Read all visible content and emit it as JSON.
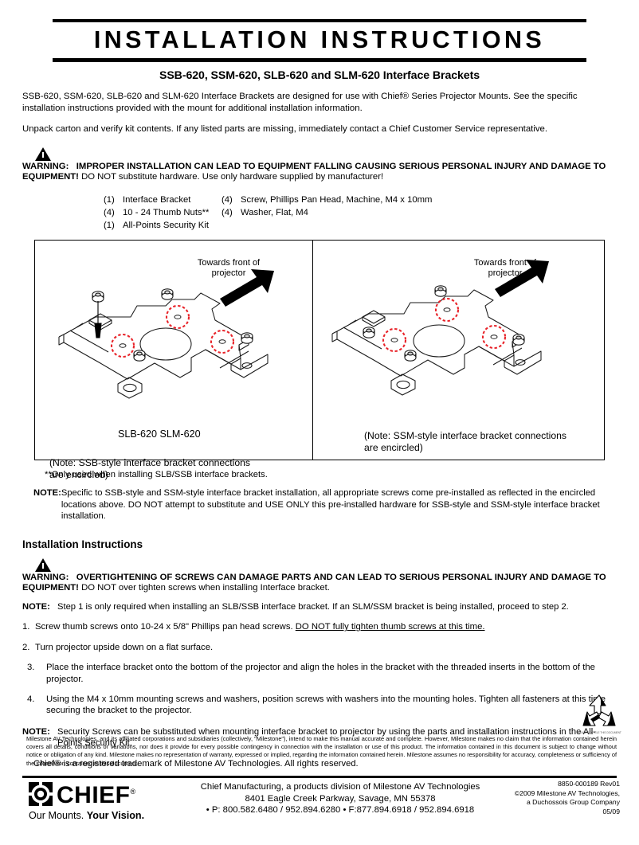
{
  "header": {
    "title": "INSTALLATION INSTRUCTIONS",
    "subtitle": "SSB-620, SSM-620, SLB-620 and SLM-620 Interface Brackets"
  },
  "intro": {
    "paragraph1": "SSB-620, SSM-620, SLB-620 and SLM-620 Interface Brackets are designed for use with Chief® Series Projector Mounts. See the specific installation instructions provided with the mount for additional installation information.",
    "paragraph2": "Unpack carton and verify kit contents. If any listed parts are missing, immediately contact a Chief Customer Service representative."
  },
  "warning1": {
    "label": "WARNING:",
    "bold_text": "IMPROPER INSTALLATION CAN LEAD TO EQUIPMENT FALLING CAUSING SERIOUS PERSONAL INJURY AND DAMAGE TO EQUIPMENT!",
    "normal_text": "DO NOT substitute hardware. Use only hardware supplied by manufacturer!"
  },
  "parts": [
    {
      "qty_a": "(1)",
      "item_a": "Interface Bracket",
      "qty_b": "(4)",
      "item_b": "Screw, Phillips Pan Head, Machine, M4 x 10mm"
    },
    {
      "qty_a": "(4)",
      "item_a": "10 - 24 Thumb Nuts**",
      "qty_b": "(4)",
      "item_b": "Washer, Flat, M4"
    },
    {
      "qty_a": "(1)",
      "item_a": "All-Points Security Kit",
      "qty_b": "",
      "item_b": ""
    }
  ],
  "figures": {
    "left": {
      "arrow_label": "Towards front of\nprojector",
      "caption": "SLB-620 SLM-620",
      "note": "(Note: SSB-style interface bracket connections\n  are encircled)"
    },
    "right": {
      "arrow_label": "Towards front of\nprojector",
      "caption": "",
      "note": "(Note: SSM-style interface bracket connections\n  are encircled)"
    },
    "highlight_color": "#e8242a"
  },
  "footnote": "**Only used when installing SLB/SSB interface brackets.",
  "note1": {
    "label": "NOTE:",
    "text": "Specific to SSB-style and SSM-style interface bracket installation, all appropriate screws come pre-installed as reflected in the encircled locations above.  DO NOT attempt to substitute and USE ONLY this pre-installed hardware for SSB-style and SSM-style interface bracket installation."
  },
  "section_heading": "Installation Instructions",
  "warning2": {
    "label": "WARNING:",
    "bold_text": "OVERTIGHTENING OF SCREWS CAN DAMAGE PARTS AND CAN LEAD TO SERIOUS PERSONAL INJURY AND DAMAGE TO EQUIPMENT!",
    "normal_text": "DO NOT over tighten screws when installing Interface bracket."
  },
  "note2": {
    "label": "NOTE:",
    "text": "Step 1 is only required when installing an SLB/SSB interface bracket. If an SLM/SSM bracket is being installed, proceed to step 2."
  },
  "steps": [
    {
      "num": "1.",
      "text_plain": "Screw thumb screws onto 10-24 x 5/8\" Phillips pan head screws. ",
      "text_underline": "DO NOT fully tighten thumb screws at this time."
    },
    {
      "num": "2.",
      "text_plain": "Turn projector upside down on a flat surface.",
      "text_underline": ""
    },
    {
      "num": "3.",
      "text_plain": "Place the interface bracket onto the bottom of the projector and align the holes in the bracket with the threaded inserts in the bottom of the projector.",
      "text_underline": ""
    },
    {
      "num": "4.",
      "text_plain": "Using the M4 x 10mm mounting screws and washers, position screws with washers into the mounting holes. Tighten all fasteners at this time securing the bracket to the projector.",
      "text_underline": ""
    }
  ],
  "note3": {
    "label": "NOTE:",
    "text": "Security Screws can be substituted when mounting interface bracket to projector by using the parts and installation instructions in the All-Points Security Kit."
  },
  "trademark": "Chief® is a registered trademark of Milestone AV Technologies. All rights reserved.",
  "recycle_text": "PLEASE RECYCLE THIS DOCUMENT",
  "disclaimer": "Milestone AV Technologies, and its affiliated corporations and subsidiaries (collectively, \"Milestone\"), intend to make this manual accurate and complete. However, Milestone makes no claim that the information contained herein covers all details, conditions or variations, nor does it provide for every possible contingency in connection with the installation or use of this product. The information contained in this document is subject to change without notice or obligation of any kind. Milestone makes no representation of warranty, expressed or implied, regarding the information contained herein. Milestone assumes no responsibility for accuracy, completeness or sufficiency of the information contained in this document.",
  "footer": {
    "logo_word": "CHIEF",
    "logo_reg": "®",
    "tagline_light": "Our Mounts.",
    "tagline_bold": "Your Vision.",
    "company_line1": "Chief Manufacturing, a products division of Milestone AV Technologies",
    "company_line2": "8401 Eagle Creek Parkway, Savage, MN 55378",
    "phone_line": "• P: 800.582.6480 / 952.894.6280   • F:877.894.6918 / 952.894.6918",
    "doc_number": "8850-000189 Rev01",
    "copyright_line1": "©2009 Milestone AV Technologies,",
    "copyright_line2": "a Duchossois Group Company",
    "date_code": "05/09"
  }
}
